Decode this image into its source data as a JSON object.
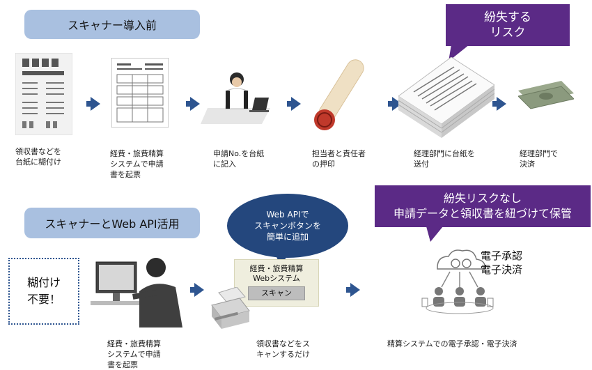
{
  "before": {
    "title": "スキャナー導入前",
    "steps": [
      "領収書などを\n台紙に糊付け",
      "経費・旅費精算\nシステムで申請\n書を起票",
      "申請No.を台紙\nに記入",
      "担当者と責任者\nの押印",
      "経理部門に台紙を\n送付",
      "経理部門で\n決済"
    ],
    "risk_callout": "紛失する\nリスク"
  },
  "after": {
    "title": "スキャナーとWeb API活用",
    "no_glue": "糊付け\n不要！",
    "bubble": "Web APIで\nスキャンボタンを\n簡単に追加",
    "web_panel": {
      "title": "経費・旅費精算\nWebシステム",
      "button": "スキャン"
    },
    "norisk_callout": "紛失リスクなし\n申請データと領収書を紐づけて保管",
    "approval": "電子承認\n電子決済",
    "steps": [
      "経費・旅費精算\nシステムで申請\n書を起票",
      "領収書などをス\nキャンするだけ",
      "精算システムでの電子承認・電子決済"
    ]
  },
  "colors": {
    "accent": "#2e5590",
    "pill": "#a9c0e0",
    "callout": "#5b2a86",
    "bubble": "#24477d"
  }
}
